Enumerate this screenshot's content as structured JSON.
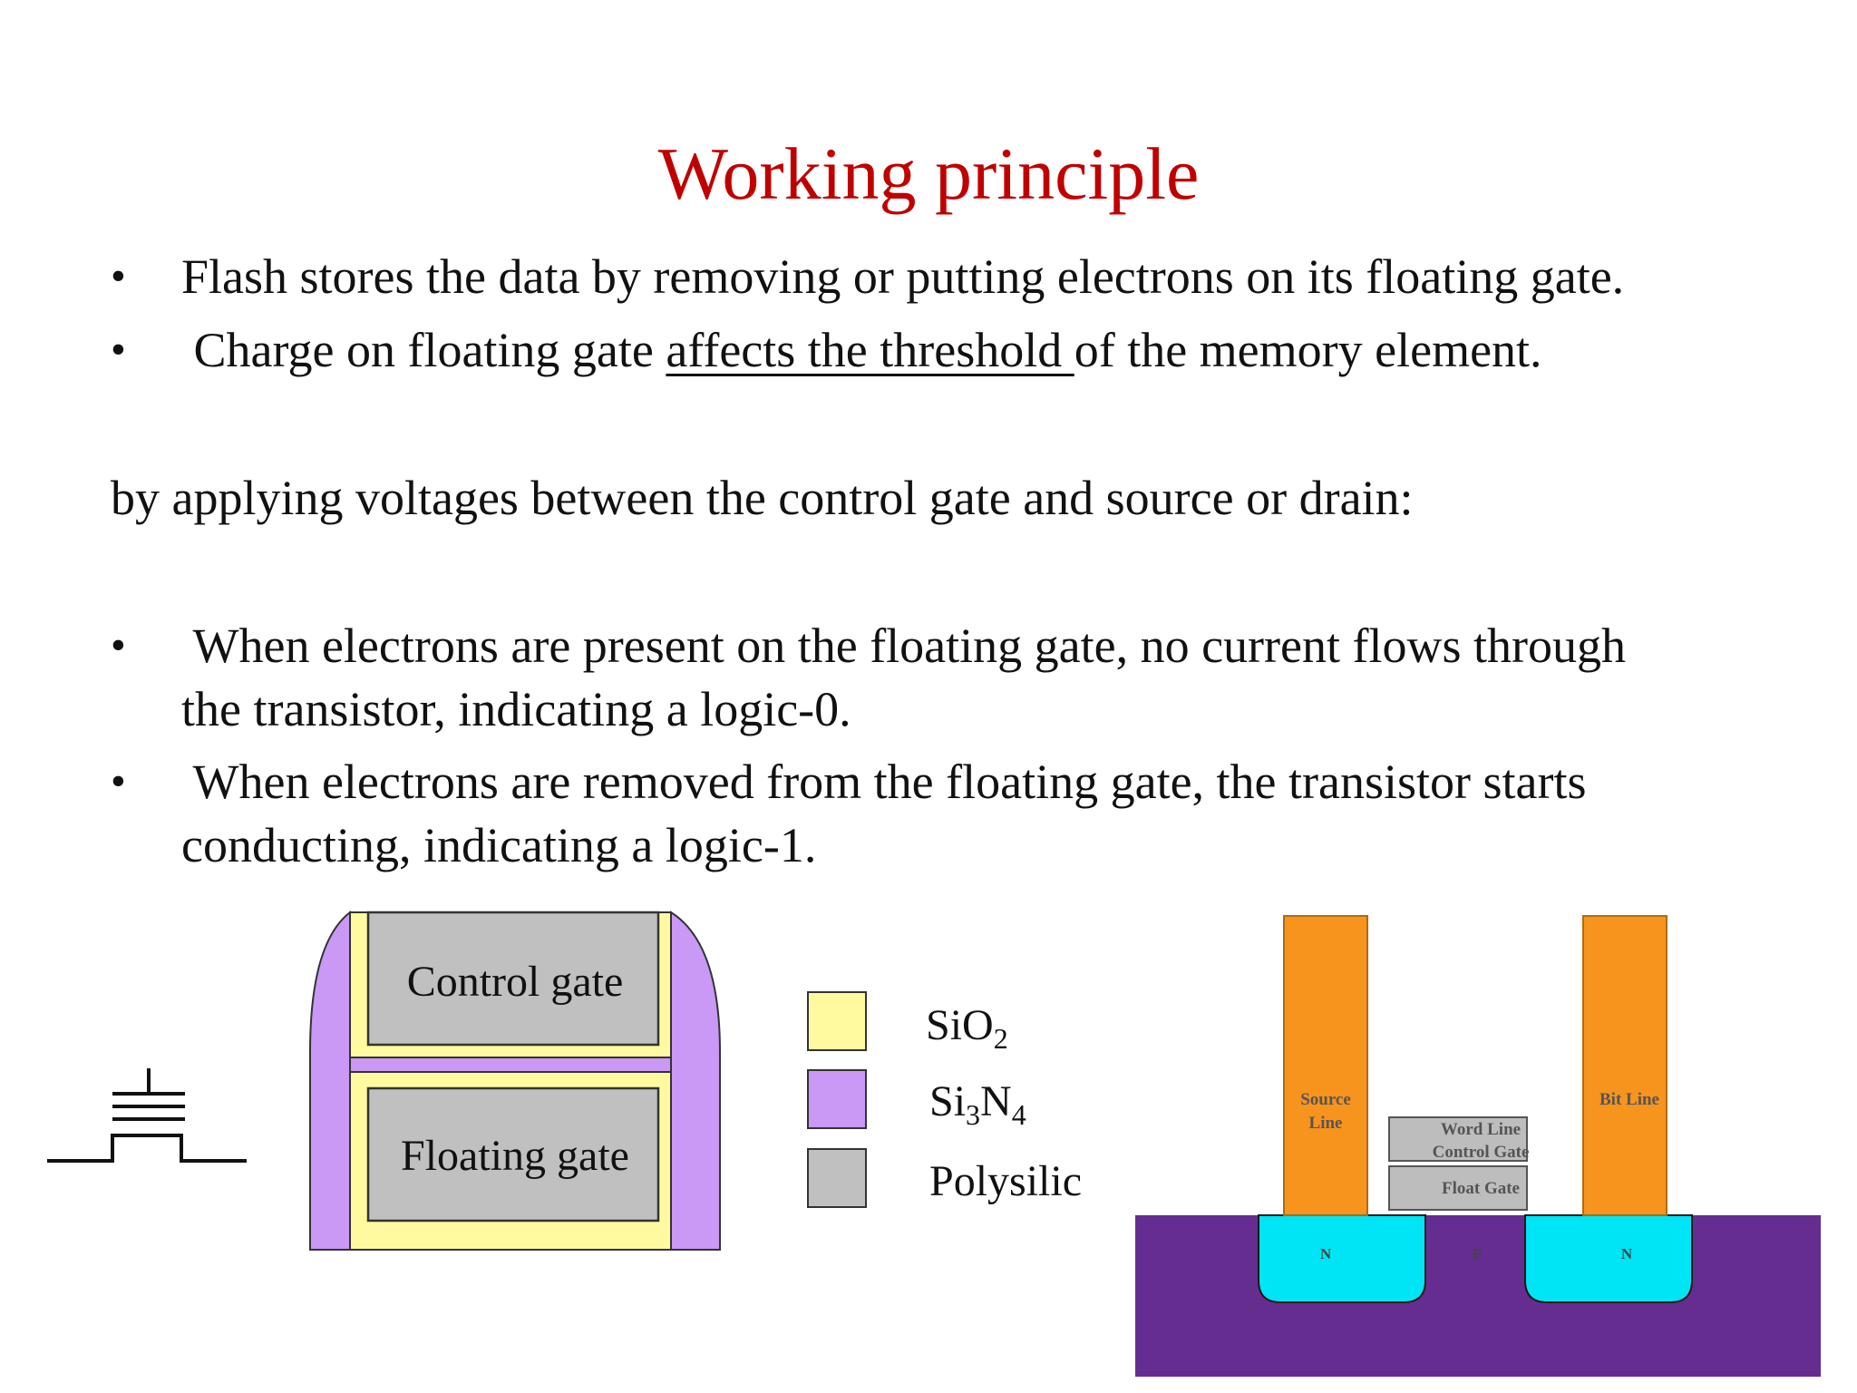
{
  "slide": {
    "title": "Working principle",
    "bullets_top": [
      {
        "text": "Flash stores the data by removing or putting electrons on its floating gate."
      },
      {
        "before": " Charge on floating gate ",
        "underlined": "affects the threshold ",
        "after": "of the memory element."
      }
    ],
    "intro_line": "by applying voltages between the control gate and source or drain:",
    "bullets_bottom": [
      {
        "line1": " When electrons are present on the floating gate, no current flows through",
        "line2": "the transistor, indicating a logic-0."
      },
      {
        "line1": " When electrons are removed from the floating gate, the transistor starts",
        "line2": "conducting, indicating a logic-1."
      }
    ],
    "bullet_char": "•"
  },
  "gate_diagram": {
    "control_gate_label": "Control gate",
    "floating_gate_label": "Floating gate",
    "colors": {
      "oxide": "#fffaa0",
      "nitride": "#c999f5",
      "poly": "#c0c0c0"
    }
  },
  "legend": {
    "items": [
      {
        "base": "SiO",
        "sub1": "",
        "mid": "",
        "sub2": "2",
        "color": "#fffaa0"
      },
      {
        "base": "Si",
        "sub1": "3",
        "mid": "N",
        "sub2": "4",
        "color": "#c999f5"
      },
      {
        "base": "Polysilic",
        "sub1": "",
        "mid": "",
        "sub2": "",
        "color": "#c0c0c0"
      }
    ]
  },
  "cross_section": {
    "source_line": [
      "Source",
      "Line"
    ],
    "bit_line": "Bit Line",
    "word_line": [
      "Word Line",
      "Control Gate"
    ],
    "float_gate": "Float Gate",
    "n_left": "N",
    "p_region": "P",
    "n_right": "N",
    "colors": {
      "line": "#f7941d",
      "substrate": "#662d91",
      "well": "#00e5f5",
      "gate": "#bdbdbd"
    }
  }
}
